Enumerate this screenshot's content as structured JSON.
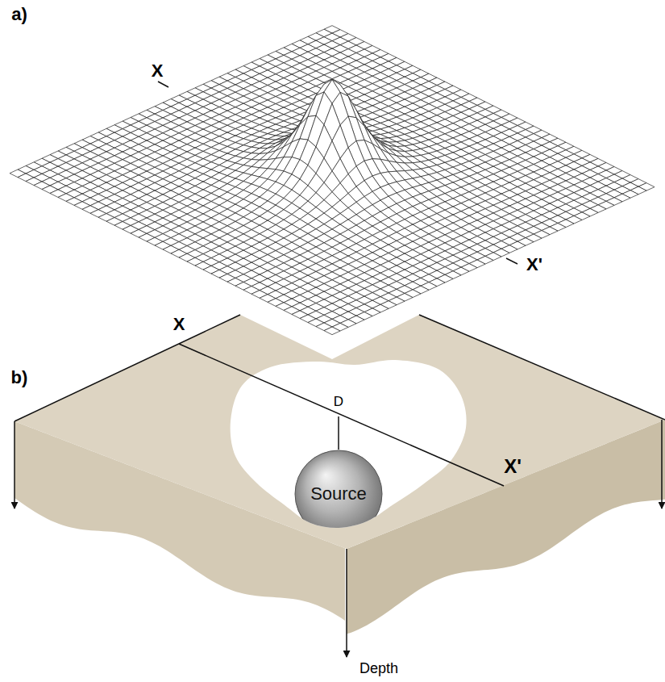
{
  "diagram": {
    "nodes": [
      {
        "text": [
          "Source"
        ]
      }
    ],
    "labels": [
      "a)",
      "X",
      "X'",
      "b)",
      "X",
      "D",
      "X'",
      "Depth"
    ]
  }
}
